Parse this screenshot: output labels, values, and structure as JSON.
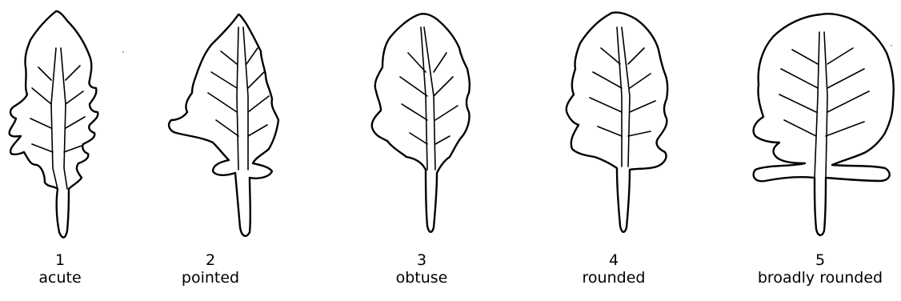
{
  "leaves": [
    {
      "number": "1",
      "label": "acute"
    },
    {
      "number": "2",
      "label": "pointed"
    },
    {
      "number": "3",
      "label": "obtuse"
    },
    {
      "number": "4",
      "label": "rounded"
    },
    {
      "number": "5",
      "label": "broadly rounded"
    }
  ]
}
